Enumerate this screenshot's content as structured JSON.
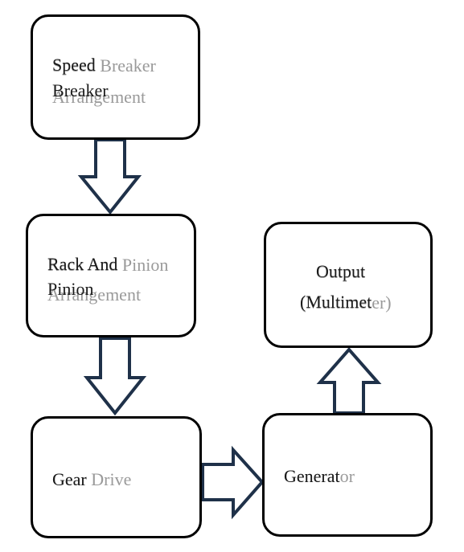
{
  "diagram": {
    "boxes": {
      "speed_breaker": {
        "text_line1": "Speed",
        "text_line2": "Breaker",
        "ghost_line1": "Speed Breaker",
        "ghost_line2": "Arrangement"
      },
      "rack_pinion": {
        "text_line1": "Rack And",
        "text_line2": "Pinion",
        "ghost_line1": "Rack And Pinion",
        "ghost_line2": "Arrangement"
      },
      "gear_drive": {
        "text": "Gear",
        "ghost": "Gear Drive"
      },
      "generator": {
        "text": "Generat",
        "ghost": "Generator"
      },
      "output": {
        "text_line1": "Output",
        "text_line2": "(Multimet",
        "ghost_line1": "Output",
        "ghost_line2": "(Multimeter)"
      }
    },
    "colors": {
      "arrow_stroke": "#1f3149",
      "box_border": "#000000",
      "ghost_text": "#9a9a9a"
    }
  }
}
